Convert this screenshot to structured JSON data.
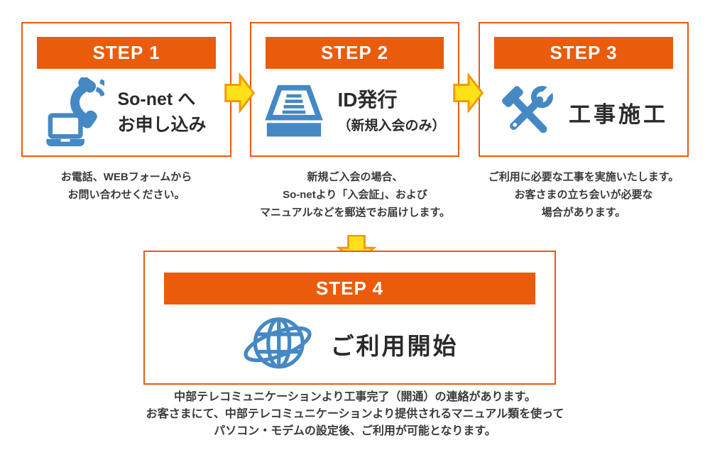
{
  "colors": {
    "accent_orange": "#ea5b0c",
    "arrow_fill": "#ffe11a",
    "arrow_border": "#f39800",
    "icon_blue": "#4489c4",
    "heading_text": "#2b2b2b",
    "caption_text": "#3a3a3a",
    "step_label_text": "#ffffff",
    "background": "#ffffff"
  },
  "steps": [
    {
      "label": "STEP 1",
      "icon": "phone-laptop-icon",
      "title_line1": "So-net へ",
      "title_line2": "お申し込み",
      "caption_line1": "お電話、WEBフォームから",
      "caption_line2": "お問い合わせください。"
    },
    {
      "label": "STEP 2",
      "icon": "document-tray-icon",
      "title": "ID発行",
      "subtitle": "（新規入会のみ）",
      "caption_line1": "新規ご入会の場合、",
      "caption_line2": "So-netより「入会証」、および",
      "caption_line3": "マニュアルなどを郵送でお届けします。"
    },
    {
      "label": "STEP 3",
      "icon": "tools-icon",
      "title": "工事施工",
      "caption_line1": "ご利用に必要な工事を実施いたします。",
      "caption_line2": "お客さまの立ち会いが必要な",
      "caption_line3": "場合があります。"
    },
    {
      "label": "STEP 4",
      "icon": "globe-icon",
      "title": "ご利用開始",
      "caption_line1": "中部テレコミュニケーションより工事完了（開通）の連絡があります。",
      "caption_line2": "お客さまにて、中部テレコミュニケーションより提供されるマニュアル類を使って",
      "caption_line3": "パソコン・モデムの設定後、ご利用が可能となります。"
    }
  ]
}
